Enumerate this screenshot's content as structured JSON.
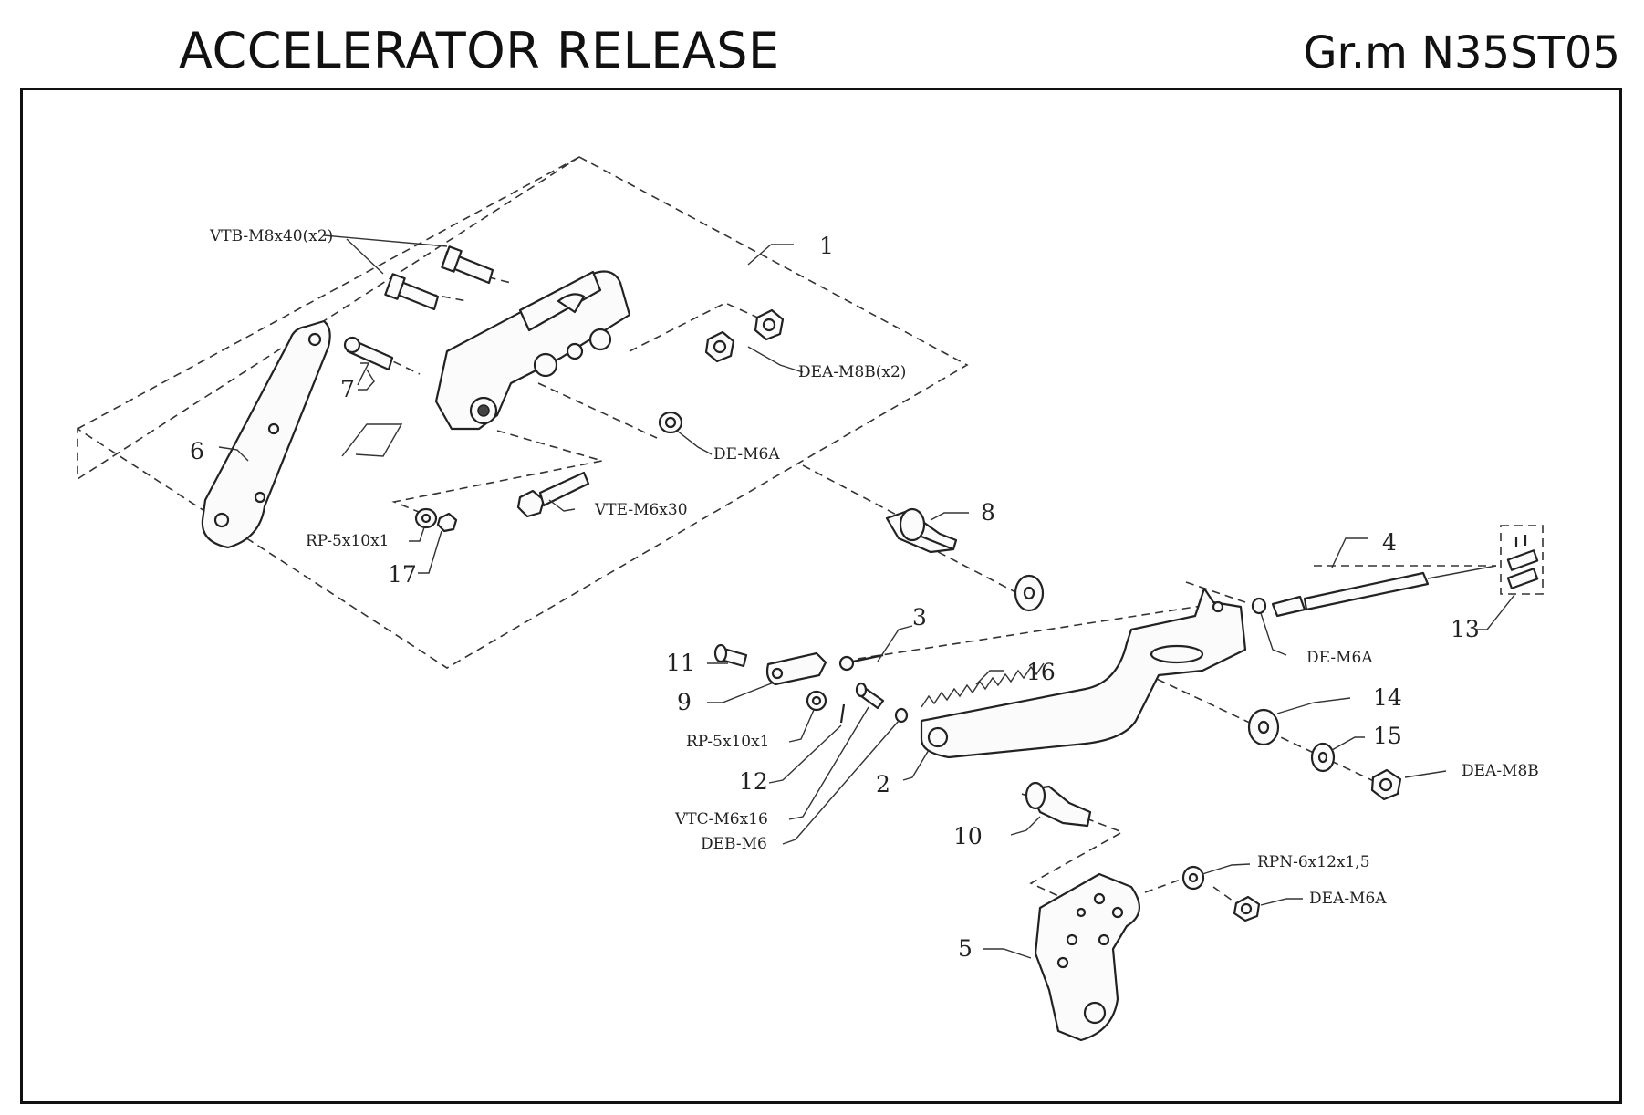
{
  "header": {
    "title": "ACCELERATOR RELEASE",
    "group_code": "Gr.m N35ST05"
  },
  "part_numbers": [
    "1",
    "2",
    "3",
    "4",
    "5",
    "6",
    "7",
    "8",
    "9",
    "10",
    "11",
    "12",
    "13",
    "14",
    "15",
    "16",
    "17"
  ],
  "hardware_labels": {
    "vtb_m8x40": "VTB-M8x40(x2)",
    "dea_m8b_x2": "DEA-M8B(x2)",
    "de_m6a_top": "DE-M6A",
    "vte_m6x30": "VTE-M6x30",
    "rp_5x10x1_top": "RP-5x10x1",
    "de_m6a_right": "DE-M6A",
    "rp_5x10x1_mid": "RP-5x10x1",
    "vtc_m6x16": "VTC-M6x16",
    "deb_m6": "DEB-M6",
    "dea_m8b": "DEA-M8B",
    "rpn_6x12x1_5": "RPN-6x12x1,5",
    "dea_m6a_bottom": "DEA-M6A"
  }
}
